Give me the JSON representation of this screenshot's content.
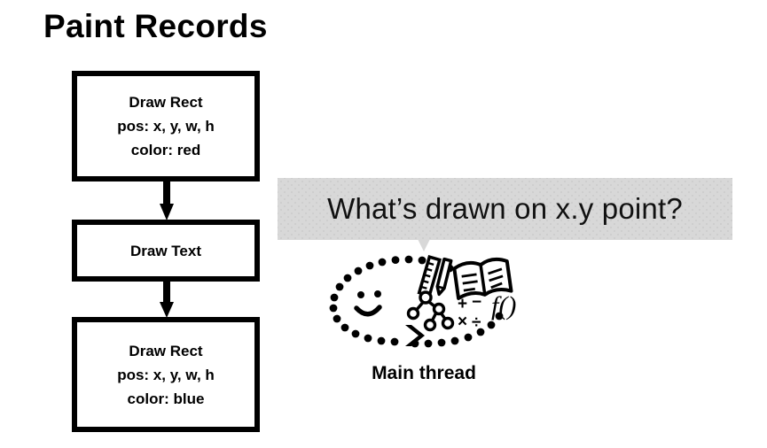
{
  "title": "Paint Records",
  "records": [
    {
      "name": "draw-rect-red",
      "lines": [
        "Draw Rect",
        "pos: x, y, w, h",
        "color: red"
      ]
    },
    {
      "name": "draw-text",
      "lines": [
        "Draw Text"
      ]
    },
    {
      "name": "draw-rect-blue",
      "lines": [
        "Draw Rect",
        "pos: x, y, w, h",
        "color: blue"
      ]
    }
  ],
  "speech_bubble": {
    "text": "What’s drawn on x.y point?",
    "background_color": "#d8d8d8",
    "text_color": "#111111"
  },
  "illustration": {
    "label": "Main thread",
    "elements": [
      "dotted-loop-arrow",
      "smiley-face",
      "ruler",
      "pencil",
      "open-book",
      "node-tree",
      "math-symbols",
      "function-notation"
    ],
    "math_symbols": [
      "+",
      "−",
      "×",
      "÷"
    ],
    "function_text": "f()"
  },
  "colors": {
    "stroke": "#000000",
    "canvas": "#ffffff",
    "bubble": "#d8d8d8"
  }
}
